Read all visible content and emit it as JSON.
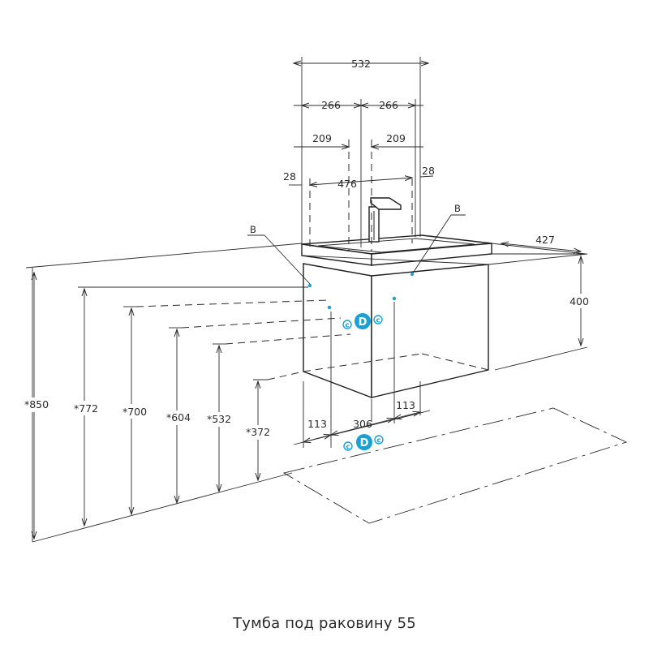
{
  "caption": "Тумба под раковину 55",
  "dimensions": {
    "total_width": "532",
    "half_left": "266",
    "half_right": "266",
    "inner_left": "209",
    "inner_right": "209",
    "margin_left": "28",
    "basin_width": "476",
    "margin_right": "28",
    "depth": "427",
    "cabinet_height": "400",
    "h_850": "*850",
    "h_772": "*772",
    "h_700": "*700",
    "h_604": "*604",
    "h_532": "*532",
    "h_372": "*372",
    "floor_left": "113",
    "floor_center": "306",
    "floor_right": "113"
  },
  "labels": {
    "mount_left": "B",
    "mount_right": "B",
    "drain": "D",
    "cold": "c",
    "hot": "c"
  },
  "colors": {
    "line": "#2b2b2b",
    "connection": "#1aa0d2"
  }
}
